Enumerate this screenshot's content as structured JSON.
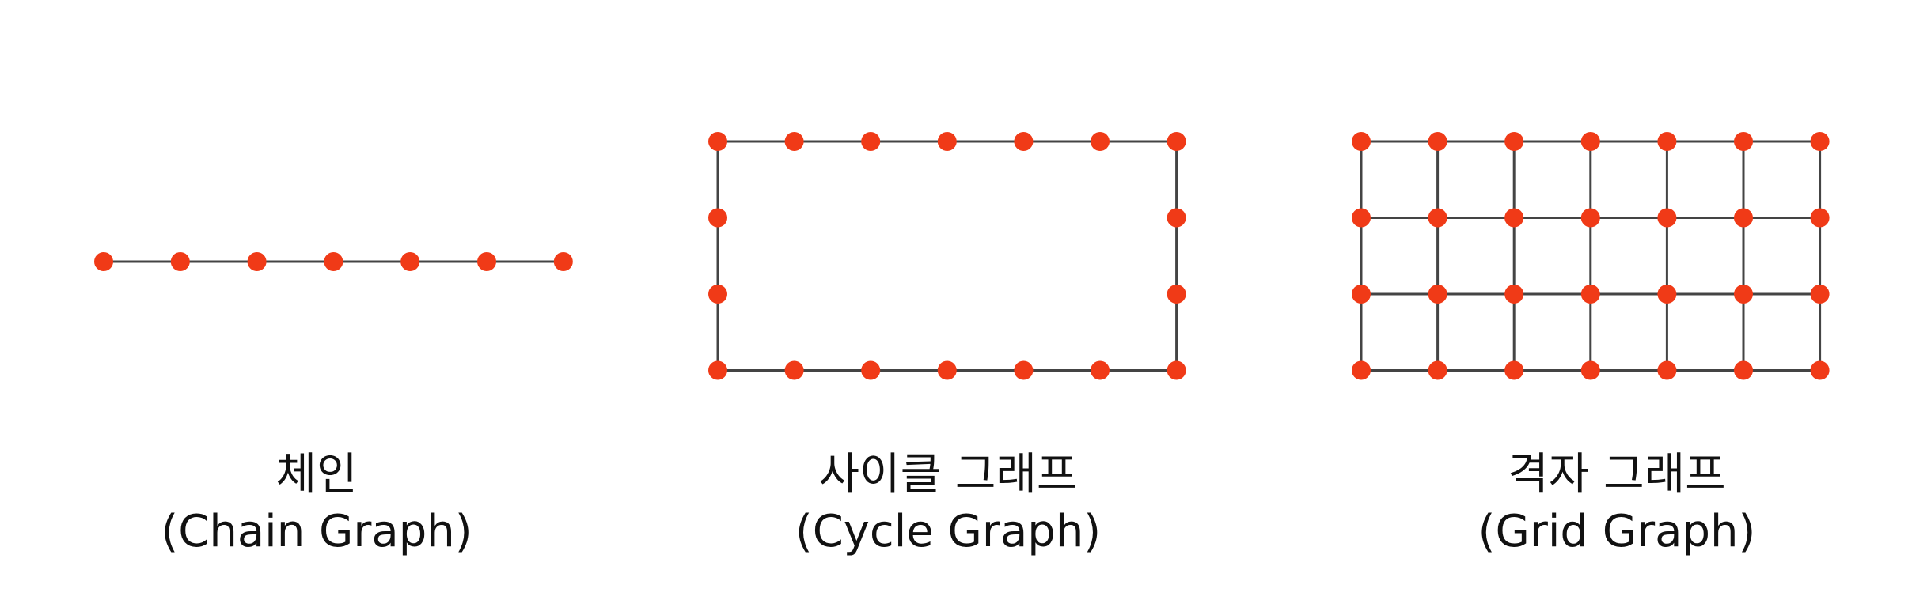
{
  "colors": {
    "node": "#f03a17",
    "edge": "#444444",
    "text": "#111111"
  },
  "graphs": [
    {
      "id": "chain",
      "title_ko": "체인",
      "title_en": "(Chain Graph)",
      "type": "path",
      "rows": 1,
      "cols": 7
    },
    {
      "id": "cycle",
      "title_ko": "사이클 그래프",
      "title_en": "(Cycle Graph)",
      "type": "cycle",
      "rows": 4,
      "cols": 7
    },
    {
      "id": "grid",
      "title_ko": "격자 그래프",
      "title_en": "(Grid Graph)",
      "type": "grid",
      "rows": 4,
      "cols": 7
    }
  ]
}
